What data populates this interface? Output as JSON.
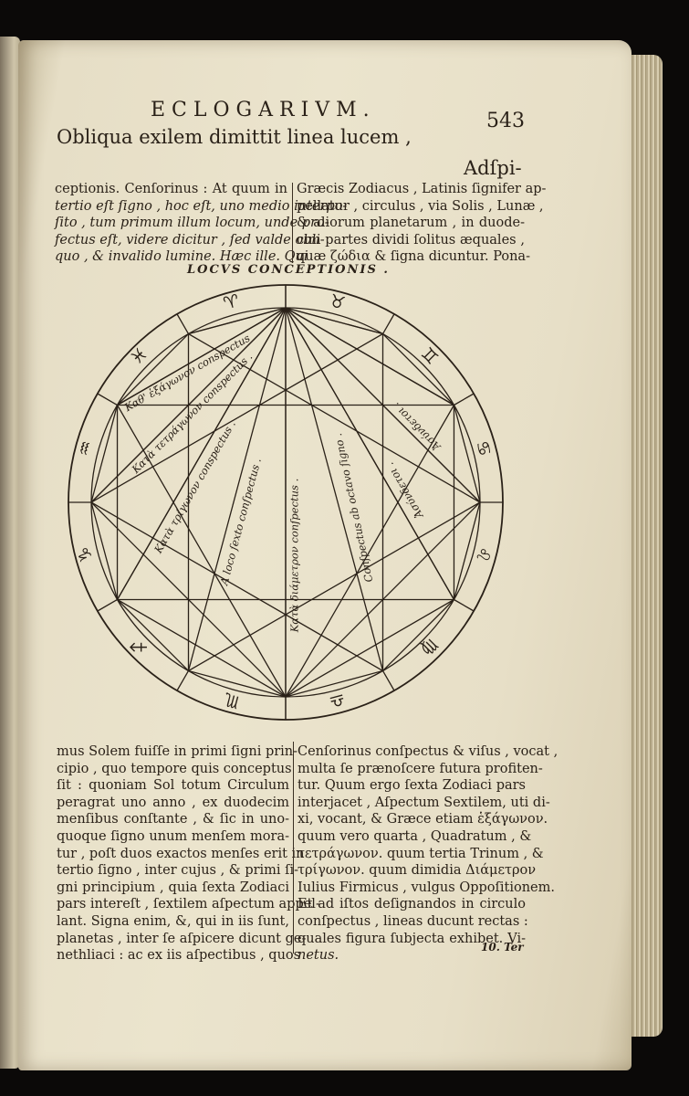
{
  "running_head": "ECLOGARIVM.",
  "page_number": "543",
  "verse_line": "Obliqua exilem dimittit linea lucem ,",
  "catchword_top": "Adſpi-",
  "top_left_column": [
    "ceptionis. Cenſorinus : At quum in",
    "tertio eſt ſigno , hoc eſt, uno medio interpo-",
    "ſito , tum primum illum locum, unde pro-",
    "fectus eſt, videre dicitur , ſed valde obli-",
    "quo , & invalido lumine. Hæc ille. Qui"
  ],
  "top_right_column": [
    "Græcis Zodiacus , Latinis ſignifer ap-",
    "pellatur , circulus , via Solis , Lunæ ,",
    "& aliorum planetarum , in duode-",
    "cim partes dividi ſolitus æquales ,",
    "quæ ζώδια & ſigna dicuntur. Pona-"
  ],
  "figure": {
    "title": "LOCVS CONCEPTIONIS .",
    "labels": [
      "Καθ' ἑξάγωνον conspectus",
      "Κατὰ τετράγωνον conspectus .",
      "Κατὰ τρίγωνον conspectus .",
      "A loco ſexto conſpectus .",
      "Κατὰ διάμετρον conſpectus .",
      "Conſpectus ab octavo ſigno .",
      "Ἀσύνδετοι .",
      "Ἀσύνδετοι ."
    ],
    "zodiac_signs": [
      "♈",
      "♉",
      "♊",
      "♋",
      "♌",
      "♍",
      "♎",
      "♏",
      "♐",
      "♑",
      "♒",
      "♓"
    ]
  },
  "bottom_left_column": [
    "mus Solem fuiſſe in primi ſigni prin-",
    "cipio , quo tempore quis conceptus",
    "ſit : quoniam Sol totum Circulum",
    "peragrat uno anno , ex duodecim",
    "menſibus conſtante , & ſic in uno-",
    "quoque ſigno unum menſem mora-",
    "tur , poſt duos exactos menſes erit in",
    "tertio ſigno , inter cujus , & primi ſi-",
    "gni principium , quia ſexta Zodiaci",
    "pars intereſt , ſextilem aſpectum appel-",
    "lant. Signa enim, &, qui in iis ſunt,",
    "planetas , inter ſe aſpicere dicunt ge-",
    "nethliaci : ac ex iis aſpectibus , quos"
  ],
  "bottom_right_column": [
    "Cenſorinus conſpectus & viſus , vocat ,",
    "multa ſe prænoſcere futura profiten-",
    "tur. Quum ergo ſexta Zodiaci pars",
    "interjacet , Aſpectum Sextilem, uti di-",
    "xi, vocant, & Græce etiam ἑξάγωνον.",
    "quum vero quarta , Quadratum , &",
    "τετράγωνον. quum tertia Trinum , &",
    "τρίγωνον. quum dimidia Διάμετρον",
    "Iulius Firmicus , vulgus Oppoſitionem.",
    "Et ad iſtos deſignandos in circulo",
    "conſpectus , lineas ducunt rectas :",
    "quales figura ſubjecta exhibet. Vi-",
    "netus."
  ],
  "catchword_bottom": "10. Ter",
  "colors": {
    "paper": "#e9e2ca",
    "ink": "#2a2118",
    "background": "#0b0908"
  }
}
